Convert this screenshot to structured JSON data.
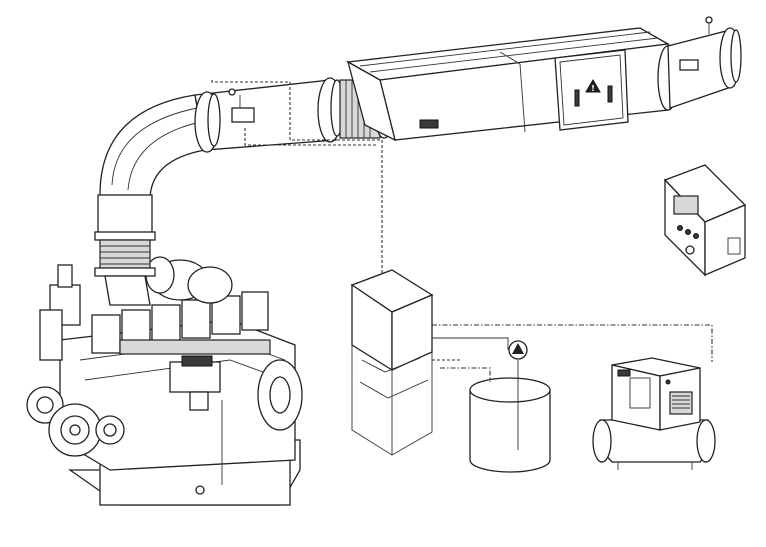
{
  "figure": {
    "components": [
      "diesel-engine",
      "exhaust-elbow",
      "flexible-bellows",
      "exhaust-pipe",
      "emission-reactor-housing",
      "access-panel",
      "outlet-pipe",
      "control-cabinet",
      "dosing-unit",
      "dosing-pump",
      "reagent-tank",
      "air-compressor"
    ],
    "icons": {
      "warning": "warning-triangle-icon",
      "pump": "pump-arrow-icon"
    },
    "colors": {
      "line": "#222222",
      "fill": "#ffffff",
      "shade": "#d8d8d8",
      "dark": "#3a3a3a"
    }
  }
}
